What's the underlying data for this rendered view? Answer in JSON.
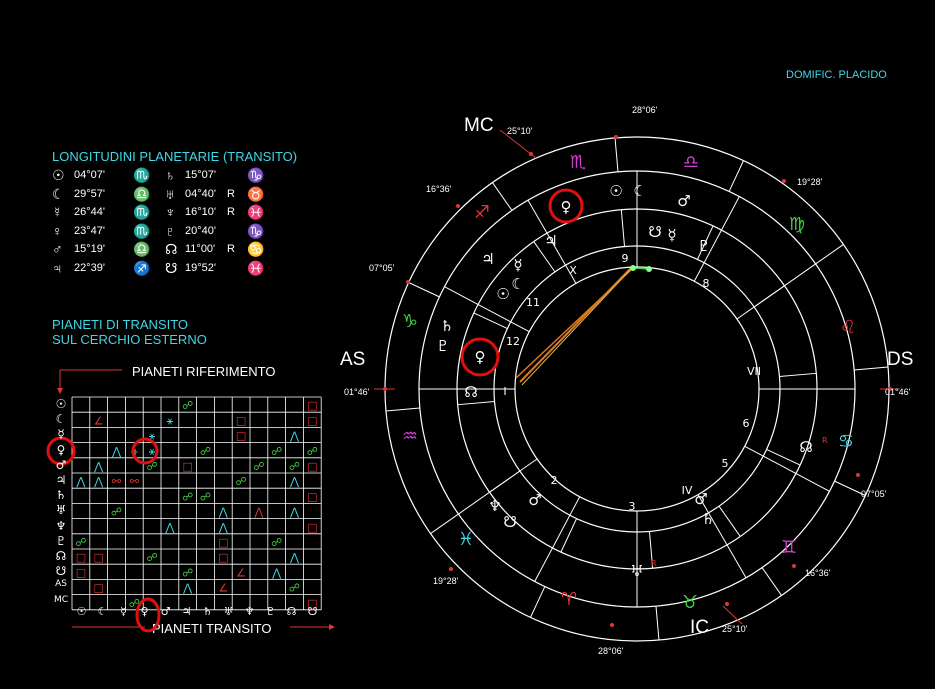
{
  "domification": "DOMIFIC. PLACIDO",
  "longitudes": {
    "title": "LONGITUDINI PLANETARIE (TRANSITO)",
    "rows": [
      {
        "sym1": "☉",
        "deg1": "04°07'",
        "sign1": "♏",
        "sym2": "♄",
        "deg2": "15°07'",
        "r2": "",
        "sign2": "♑"
      },
      {
        "sym1": "☾",
        "deg1": "29°57'",
        "sign1": "♎",
        "sym2": "♅",
        "deg2": "04°40'",
        "r2": "R",
        "sign2": "♉"
      },
      {
        "sym1": "☿",
        "deg1": "26°44'",
        "sign1": "♏",
        "sym2": "♆",
        "deg2": "16°10'",
        "r2": "R",
        "sign2": "♓"
      },
      {
        "sym1": "♀",
        "deg1": "23°47'",
        "sign1": "♏",
        "sym2": "♇",
        "deg2": "20°40'",
        "r2": "",
        "sign2": "♑"
      },
      {
        "sym1": "♂",
        "deg1": "15°19'",
        "sign1": "♎",
        "sym2": "☊",
        "deg2": "11°00'",
        "r2": "R",
        "sign2": "♋"
      },
      {
        "sym1": "♃",
        "deg1": "22°39'",
        "sign1": "♐",
        "sym2": "☋",
        "deg2": "19°52'",
        "r2": "",
        "sign2": "♓"
      }
    ]
  },
  "outer_circle_label": {
    "line1": "PIANETI DI TRANSITO",
    "line2": "SUL CERCHIO ESTERNO"
  },
  "aspect_grid": {
    "ref_label": "PIANETI RIFERIMENTO",
    "transit_label": "PIANETI TRANSITO",
    "row_labels": [
      "☉",
      "☾",
      "☿",
      "♀",
      "♂",
      "♃",
      "♄",
      "♅",
      "♆",
      "♇",
      "☊",
      "☋",
      "AS",
      "MC"
    ],
    "col_labels": [
      "☉",
      "☾",
      "☿",
      "♀",
      "♂",
      "♃",
      "♄",
      "♅",
      "♆",
      "♇",
      "☊",
      "☋"
    ]
  },
  "wheel": {
    "angles": {
      "mc": "MC",
      "as": "AS",
      "ds": "DS",
      "ic": "IC"
    },
    "degrees": {
      "mc": "25°10'",
      "ic": "25°10'",
      "as": "01°46'",
      "ds": "01°46'",
      "top": "28°06'",
      "bottom": "28°06'",
      "ur": "19°28'",
      "ll": "19°28'",
      "ul": "16°36'",
      "lr": "16°36'",
      "left_upper": "07°05'",
      "right_lower": "07°05'"
    },
    "houses": [
      "I",
      "2",
      "3",
      "IV",
      "5",
      "6",
      "VII",
      "8",
      "9",
      "X",
      "11",
      "12"
    ],
    "retro": "R"
  },
  "colors": {
    "cyan": "#3fd7e6",
    "green": "#3fd13f",
    "red": "#e03535",
    "magenta": "#d040d0",
    "white": "#ffffff",
    "highlight": "#e01010"
  }
}
